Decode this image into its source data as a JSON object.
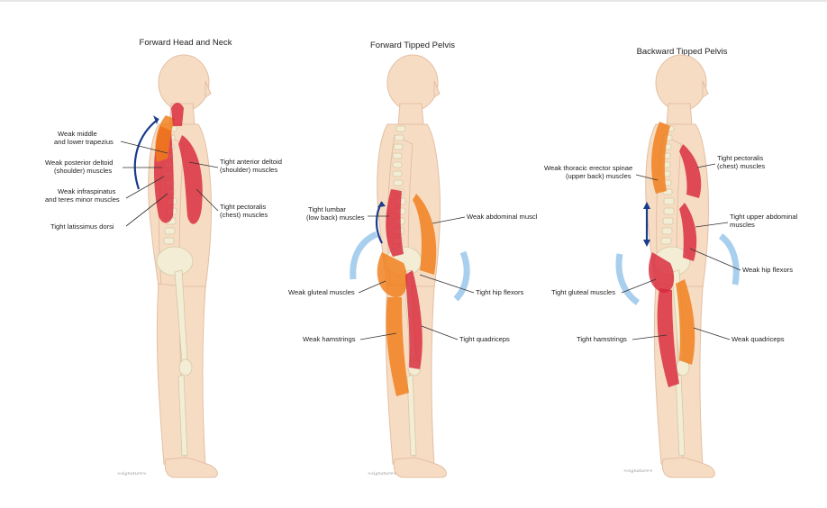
{
  "panels": [
    {
      "title": "Forward Head and Neck",
      "labels": {
        "l1a": "Weak middle",
        "l1b": "and lower trapezius",
        "l2a": "Weak posterior deltoid",
        "l2b": "(shoulder) muscles",
        "l3a": "Weak infraspinatus",
        "l3b": "and teres minor muscles",
        "l4": "Tight latissimus dorsi",
        "r1a": "Tight anterior deltoid",
        "r1b": "(shoulder) muscles",
        "r2a": "Tight pectoralis",
        "r2b": "(chest) muscles"
      }
    },
    {
      "title": "Forward Tipped Pelvis",
      "labels": {
        "l1a": "Tight lumbar",
        "l1b": "(low back) muscles",
        "l2": "Weak gluteal muscles",
        "l3": "Weak hamstrings",
        "r1": "Weak abdominal muscl",
        "r2": "Tight hip flexors",
        "r3": "Tight quadriceps"
      }
    },
    {
      "title": "Backward Tipped Pelvis",
      "labels": {
        "l1a": "Weak thoracic erector spinae",
        "l1b": "(upper back) muscles",
        "l2": "Tight gluteal muscles",
        "l3": "Tight hamstrings",
        "r1a": "Tight pectoralis",
        "r1b": "(chest) muscles",
        "r2a": "Tight upper abdominal",
        "r2b": "muscles",
        "r3": "Weak hip flexors",
        "r4": "Weak quadriceps"
      }
    }
  ],
  "colors": {
    "tight": "#d8283a",
    "weak": "#f07d18",
    "arrow_dark": "#1a3c8c",
    "arrow_light": "#a9cfee",
    "skin": "#f7dcc4"
  }
}
